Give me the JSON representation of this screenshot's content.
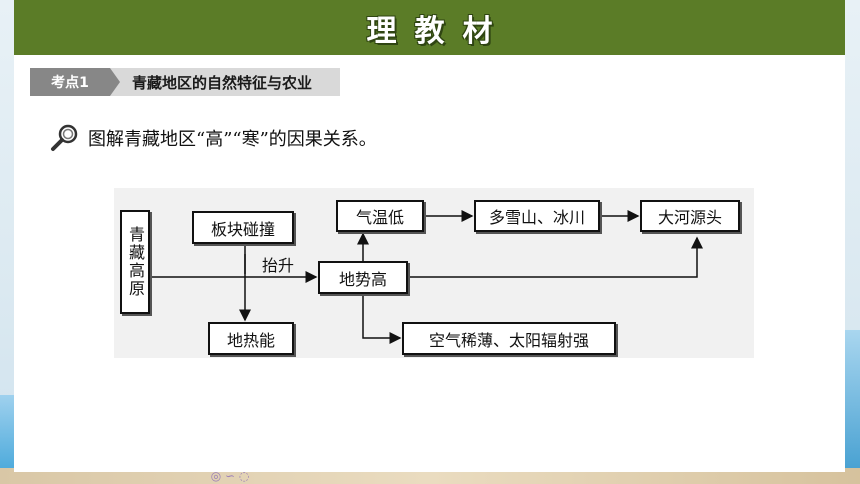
{
  "header": {
    "title": "理教材"
  },
  "point": {
    "tag": "考点1",
    "name": "青藏地区的自然特征与农业"
  },
  "intro": {
    "text": "图解青藏地区“高”“寒”的因果关系。",
    "icon": "magnifier-icon"
  },
  "diagram": {
    "nodes": {
      "plateau": "青藏高原",
      "plate": "板块碰撞",
      "geothermal": "地热能",
      "terrain": "地势高",
      "temp": "气温低",
      "snow": "多雪山、冰川",
      "river": "大河源头",
      "air": "空气稀薄、太阳辐射强"
    },
    "edge_labels": {
      "uplift": "抬升"
    }
  },
  "colors": {
    "header": "#5b7c27",
    "tag": "#878787",
    "bar": "#d9d9d9"
  }
}
